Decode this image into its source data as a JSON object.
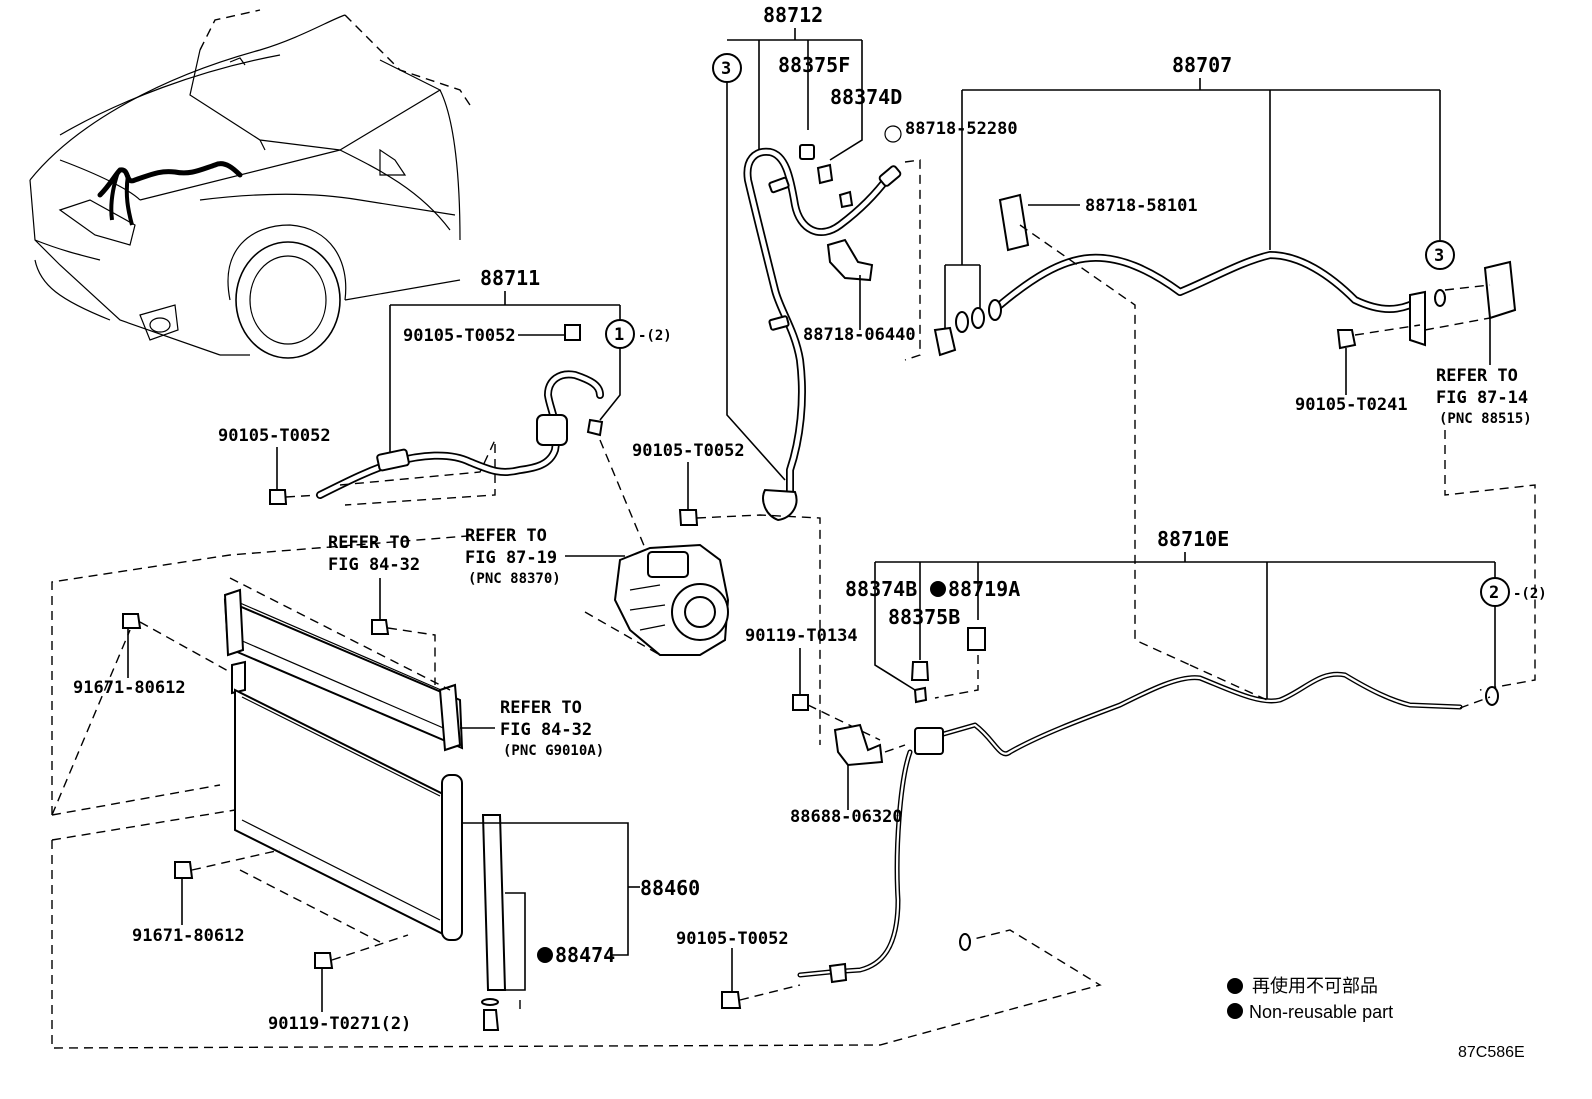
{
  "labels": {
    "p88712": "88712",
    "p88375F": "88375F",
    "p88374D": "88374D",
    "p88718_52280": "88718-52280",
    "p88707": "88707",
    "p88718_58101": "88718-58101",
    "p88718_06440": "88718-06440",
    "p88711": "88711",
    "p90105_T0052_a": "90105-T0052",
    "p90105_T0052_b": "90105-T0052",
    "p90105_T0052_c": "90105-T0052",
    "p90105_T0052_d": "90105-T0052",
    "p90105_T0241": "90105-T0241",
    "p88710E": "88710E",
    "p88374B": "88374B",
    "p88719A": "88719A",
    "p88375B": "88375B",
    "p90119_T0134": "90119-T0134",
    "p91671_80612_a": "91671-80612",
    "p91671_80612_b": "91671-80612",
    "p88688_06320": "88688-06320",
    "p88460": "88460",
    "p88474": "88474",
    "p90119_T0271": "90119-T0271(2)"
  },
  "circles": {
    "c3_left": "3",
    "c3_right": "3",
    "c1": "1",
    "c1_note": "-(2)",
    "c2": "2",
    "c2_note": "-(2)"
  },
  "refers": {
    "compressor": {
      "l1": "REFER TO",
      "l2": "FIG 87-19",
      "l3": "(PNC 88370)"
    },
    "fig84_upper": {
      "l1": "REFER TO",
      "l2": "FIG 84-32"
    },
    "fig84_lower": {
      "l1": "REFER TO",
      "l2": "FIG 84-32",
      "l3": "(PNC G9010A)"
    },
    "fig87_14": {
      "l1": "REFER TO",
      "l2": "FIG 87-14",
      "l3": "(PNC 88515)"
    }
  },
  "legend": {
    "japanese": "再使用不可部品",
    "english": "Non-reusable part"
  },
  "diagram_code": "87C586E"
}
